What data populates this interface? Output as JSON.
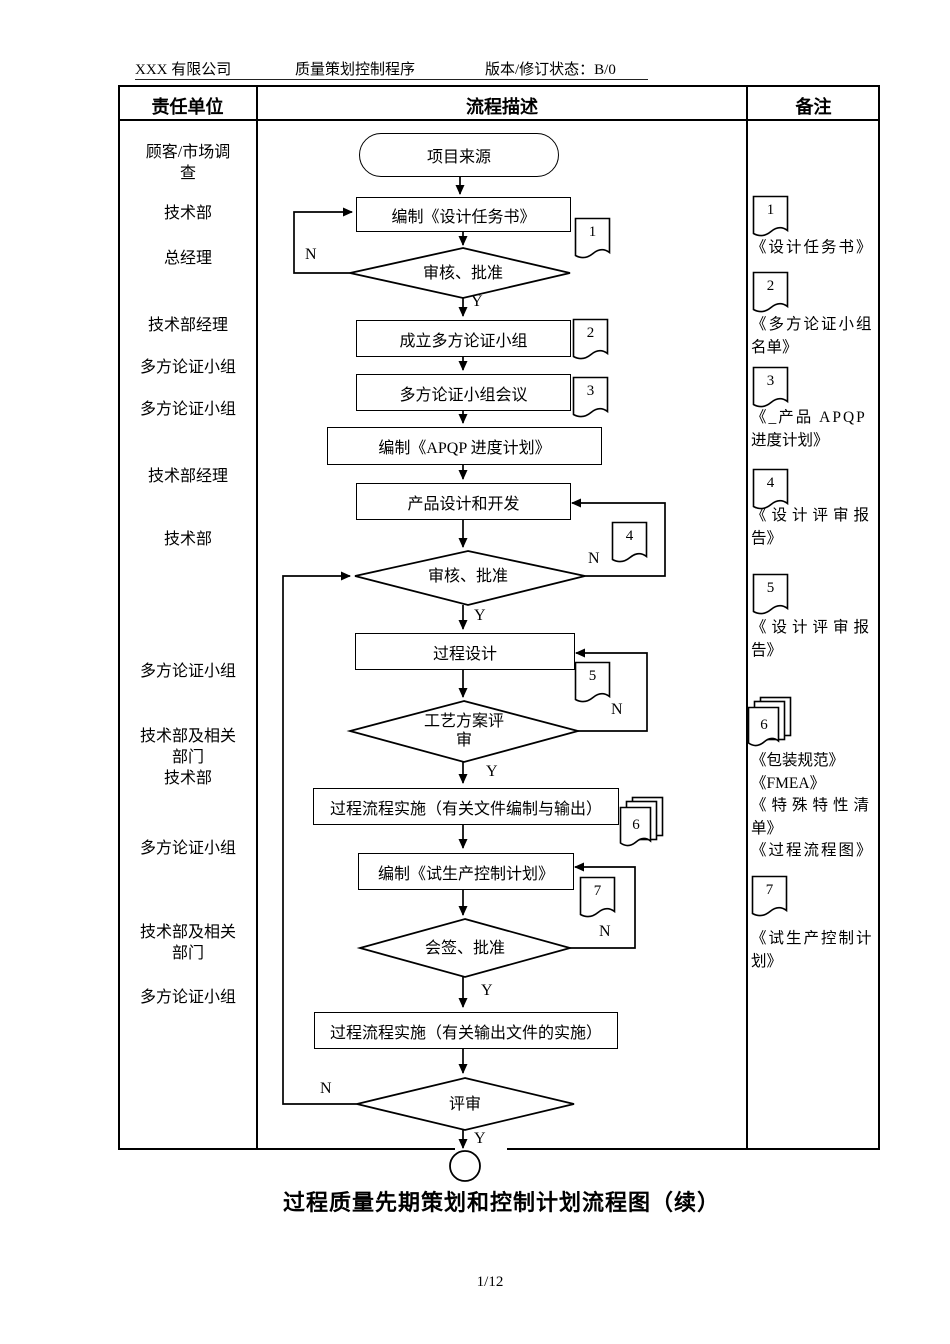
{
  "header": {
    "company": "XXX 有限公司",
    "doc_title": "质量策划控制程序",
    "version_label": "版本/修订状态：B/0"
  },
  "table_headers": {
    "responsible": "责任单位",
    "process": "流程描述",
    "notes": "备注"
  },
  "responsibilities": [
    {
      "lines": [
        "顾客/市场调",
        "查"
      ]
    },
    {
      "lines": [
        "技术部"
      ]
    },
    {
      "lines": [
        "总经理"
      ]
    },
    {
      "lines": [
        "技术部经理"
      ]
    },
    {
      "lines": [
        "多方论证小组"
      ]
    },
    {
      "lines": [
        "多方论证小组"
      ]
    },
    {
      "lines": [
        "技术部经理"
      ]
    },
    {
      "lines": [
        "技术部"
      ]
    },
    {
      "lines": [
        "多方论证小组"
      ]
    },
    {
      "lines": [
        "技术部及相关",
        "部门",
        "技术部"
      ]
    },
    {
      "lines": [
        "多方论证小组"
      ]
    },
    {
      "lines": [
        "技术部及相关",
        "部门"
      ]
    },
    {
      "lines": [
        "多方论证小组"
      ]
    }
  ],
  "flow": {
    "start": "项目来源",
    "steps": {
      "n1": "编制《设计任务书》",
      "d1": "审核、批准",
      "n2": "成立多方论证小组",
      "n3": "多方论证小组会议",
      "n4": "编制《APQP 进度计划》",
      "n5": "产品设计和开发",
      "d2": "审核、批准",
      "n6": "过程设计",
      "d3_line1": "工艺方案评",
      "d3_line2": "审",
      "n7": "过程流程实施（有关文件编制与输出）",
      "n8": "编制《试生产控制计划》",
      "d4": "会签、批准",
      "n9": "过程流程实施（有关输出文件的实施）",
      "d5": "评审"
    },
    "yes": "Y",
    "no": "N",
    "doc_tags": {
      "t1": "1",
      "t2": "2",
      "t3": "3",
      "t4": "4",
      "t5": "5",
      "t6": "6",
      "t7": "7"
    }
  },
  "notes": [
    {
      "tag": "1",
      "lines": [
        "《设计任务书》"
      ]
    },
    {
      "tag": "2",
      "lines": [
        "《多方论证小组",
        "名单》"
      ]
    },
    {
      "tag": "3",
      "lines": [
        "《_产品 APQP",
        "进度计划》"
      ]
    },
    {
      "tag": "4",
      "lines": [
        "《设计评审报",
        "告》"
      ]
    },
    {
      "tag": "5",
      "lines": [
        "《设计评审报",
        "告》"
      ]
    },
    {
      "tag": "6",
      "lines": [
        "《包装规范》",
        "《FMEA》",
        "《特殊特性清",
        "单》",
        "《过程流程图》"
      ]
    },
    {
      "tag": "7",
      "lines": [
        "《试生产控制计",
        "划》"
      ]
    }
  ],
  "footer": {
    "caption": "过程质量先期策划和控制计划流程图（续）",
    "page_number": "1/12"
  }
}
